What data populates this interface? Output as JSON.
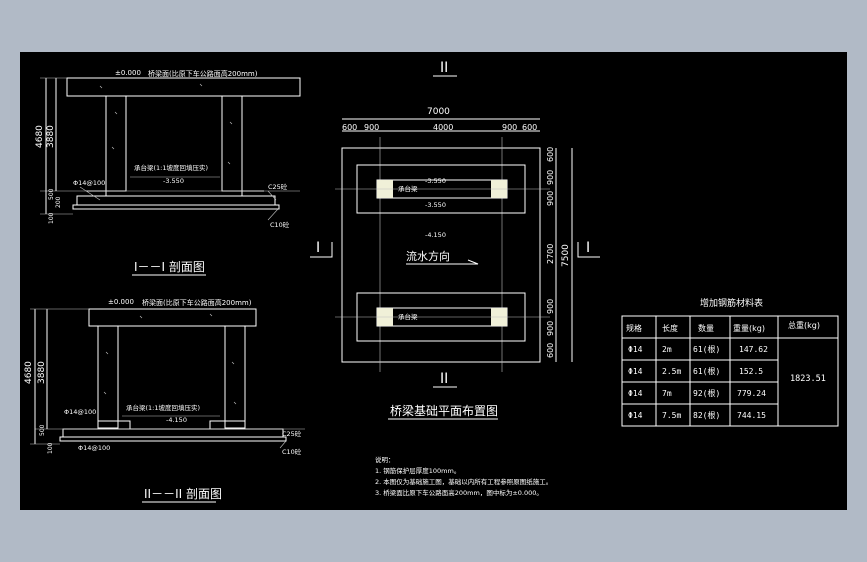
{
  "section_1": {
    "title": "I－－I 剖面图",
    "top_elev": "±0.000",
    "surface_note": "桥梁面(比原下车公路面高200mm)",
    "cap_note": "承台梁(1:1坡度回填压实)",
    "elev_1": "-3.550",
    "concrete_note": "C25砼",
    "base_note": "C10砼",
    "rebar_note": "Φ14@100",
    "dim_total": "4680",
    "dim_upper": "3880",
    "dim_500": "500",
    "dim_100": "100",
    "dim_200": "200"
  },
  "section_2": {
    "title": "II－－II 剖面图",
    "top_elev": "±0.000",
    "surface_note": "桥梁面(比原下车公路面高200mm)",
    "cap_note": "承台梁(1:1坡度回填压实)",
    "elev_1": "-4.150",
    "concrete_note": "C25砼",
    "base_note": "C10砼",
    "rebar_note_1": "Φ14@100",
    "rebar_note_2": "Φ14@100",
    "dim_total": "4680",
    "dim_upper": "3880",
    "dim_500": "500",
    "dim_100": "100"
  },
  "plan": {
    "title": "桥梁基础平面布置图",
    "mark_top": "II",
    "mark_bottom": "II",
    "mark_left": "I",
    "mark_right": "I",
    "dim_width": "7000",
    "dims_top": [
      "600",
      "900",
      "4000",
      "900",
      "600"
    ],
    "dim_height": "7500",
    "dims_right": [
      "600",
      "900",
      "900",
      "2700",
      "900",
      "900",
      "600"
    ],
    "flow_label": "流水方向",
    "beam_label_1": "承台梁",
    "beam_label_2": "承台梁",
    "elev_a": "-3.550",
    "elev_b": "-3.550",
    "elev_c": "-4.150"
  },
  "table": {
    "title": "增加钢筋材料表",
    "headers": [
      "规格",
      "长度",
      "数量",
      "重量(kg)",
      "总重(kg)"
    ],
    "rows": [
      [
        "Φ14",
        "2m",
        "61(根)",
        "147.62"
      ],
      [
        "Φ14",
        "2.5m",
        "61(根)",
        "152.5"
      ],
      [
        "Φ14",
        "7m",
        "92(根)",
        "779.24"
      ],
      [
        "Φ14",
        "7.5m",
        "82(根)",
        "744.15"
      ]
    ],
    "total": "1823.51"
  },
  "notes": {
    "heading": "说明：",
    "items": [
      "1. 钢筋保护层厚度100mm。",
      "2. 本图仅为基础施工图，基础以内所有工程参照原图纸施工。",
      "3. 桥梁面比原下车公路面高200mm，图中标为±0.000。"
    ]
  }
}
